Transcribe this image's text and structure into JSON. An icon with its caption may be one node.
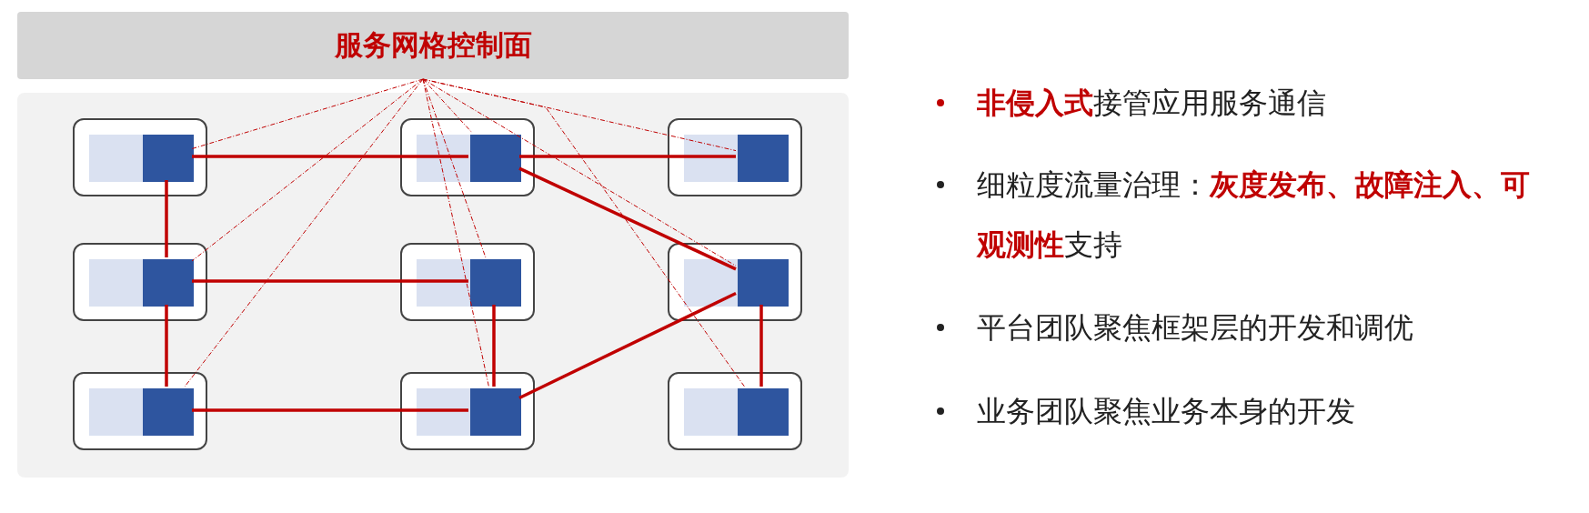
{
  "diagram": {
    "nodes": [
      {
        "text": [
          "服务网格控制面"
        ]
      },
      {
        "text": [],
        "shape": "box"
      },
      {
        "text": [],
        "shape": "box",
        "in": 1
      },
      {
        "text": [],
        "shape": "box",
        "in": 2
      },
      {
        "text": [],
        "shape": "box",
        "in": 1
      },
      {
        "text": [],
        "shape": "box",
        "in": 4
      },
      {
        "text": [],
        "shape": "box",
        "in": 1
      },
      {
        "text": [],
        "shape": "box",
        "in": 6
      },
      {
        "text": [],
        "shape": "box",
        "in": 1
      },
      {
        "text": [],
        "shape": "box",
        "in": 8
      },
      {
        "text": [],
        "shape": "box",
        "in": 1
      },
      {
        "text": [],
        "shape": "box",
        "in": 10
      },
      {
        "text": [],
        "shape": "box",
        "in": 1
      },
      {
        "text": [],
        "shape": "box",
        "in": 12
      },
      {
        "text": [],
        "shape": "box",
        "in": 1
      },
      {
        "text": [],
        "shape": "box",
        "in": 14
      },
      {
        "text": [],
        "shape": "box",
        "in": 1
      },
      {
        "text": [],
        "shape": "box",
        "in": 16
      },
      {
        "text": [],
        "shape": "box",
        "in": 1
      },
      {
        "text": [],
        "shape": "box",
        "in": 18
      }
    ],
    "edges": [
      {
        "from": 3,
        "to": 5,
        "arrow": "none"
      },
      {
        "from": 5,
        "to": 7,
        "arrow": "none"
      },
      {
        "from": 3,
        "to": 9,
        "arrow": "none"
      },
      {
        "from": 9,
        "to": 11,
        "arrow": "none"
      },
      {
        "from": 9,
        "to": 15,
        "arrow": "none"
      },
      {
        "from": 11,
        "to": 17,
        "arrow": "none"
      },
      {
        "from": 15,
        "to": 17,
        "arrow": "none"
      },
      {
        "from": 5,
        "to": 13,
        "arrow": "none"
      },
      {
        "from": 17,
        "to": 13,
        "arrow": "none"
      },
      {
        "from": 13,
        "to": 19,
        "arrow": "none"
      },
      {
        "from": 0,
        "to": 3,
        "arrow": "none",
        "style": "dashed"
      },
      {
        "from": 0,
        "to": 5,
        "arrow": "none",
        "style": "dashed"
      },
      {
        "from": 0,
        "to": 7,
        "arrow": "none",
        "style": "dashed"
      },
      {
        "from": 0,
        "to": 9,
        "arrow": "none",
        "style": "dashed"
      },
      {
        "from": 0,
        "to": 11,
        "arrow": "none",
        "style": "dashed"
      },
      {
        "from": 0,
        "to": 13,
        "arrow": "none",
        "style": "dashed"
      },
      {
        "from": 0,
        "to": 15,
        "arrow": "none",
        "style": "dashed"
      },
      {
        "from": 0,
        "to": 17,
        "arrow": "none",
        "style": "dashed"
      },
      {
        "from": 0,
        "to": 19,
        "arrow": "none",
        "style": "dashed"
      }
    ],
    "labels": [
      "**非侵入式**接管应用服务通信",
      "细粒度流量治理：**灰度发布、故障注入、可观测性**支持",
      "平台团队聚焦框架层的开发和调优",
      "业务团队聚焦业务本身的开发"
    ]
  }
}
